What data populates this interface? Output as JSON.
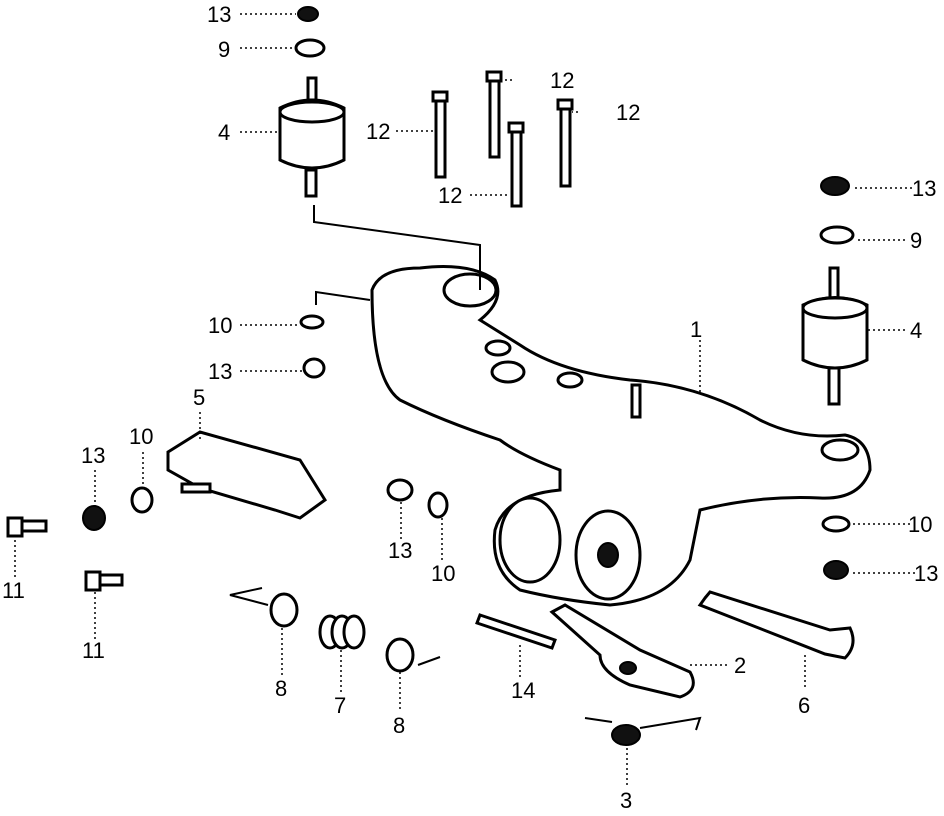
{
  "diagram": {
    "title": "",
    "callouts": [
      "13",
      "9",
      "4",
      "12",
      "12",
      "12",
      "12",
      "13",
      "9",
      "4",
      "1",
      "10",
      "13",
      "5",
      "10",
      "13",
      "11",
      "11",
      "13",
      "10",
      "8",
      "7",
      "8",
      "14",
      "2",
      "6",
      "3",
      "10",
      "13"
    ]
  }
}
